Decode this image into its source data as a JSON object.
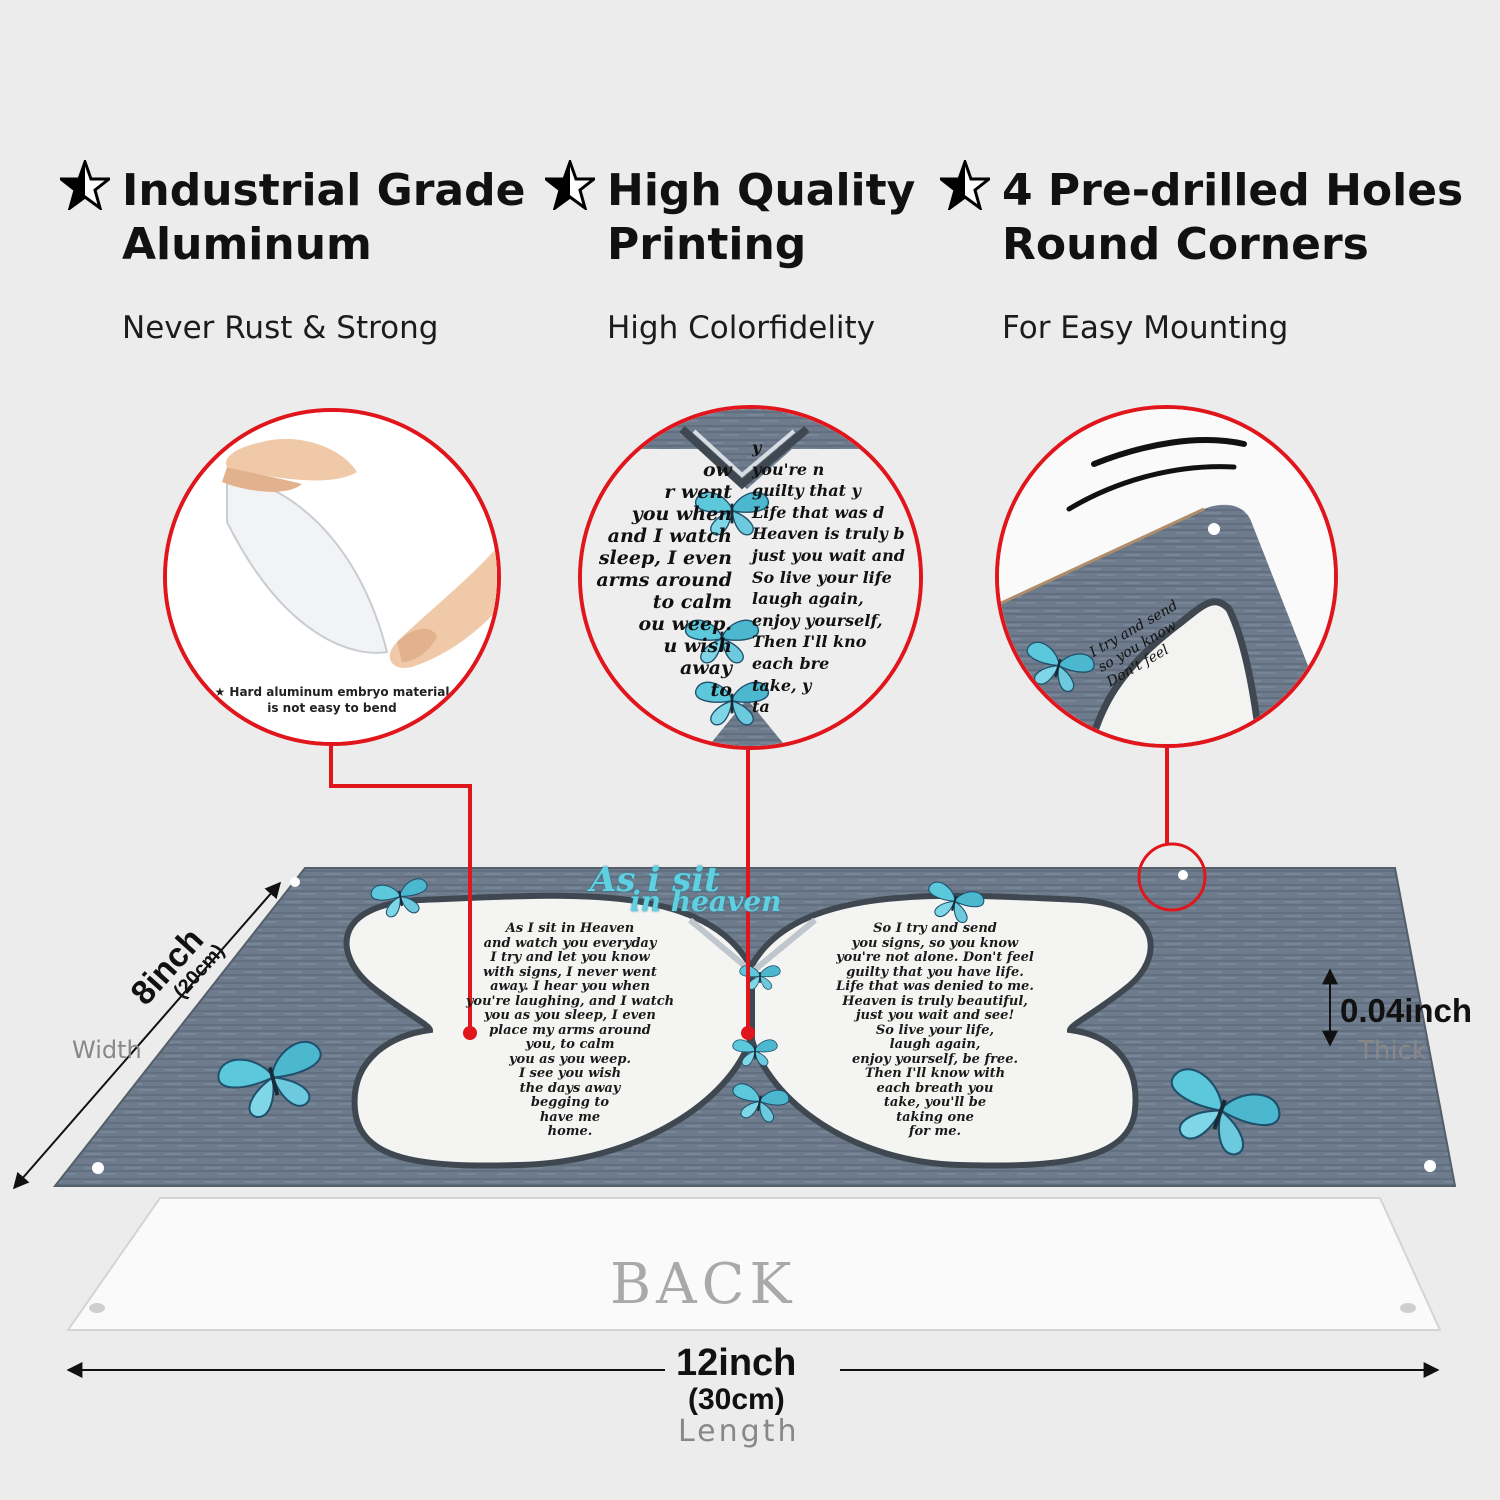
{
  "features": [
    {
      "title_line1": "Industrial Grade",
      "title_line2": "Aluminum",
      "subtitle": "Never Rust & Strong"
    },
    {
      "title_line1": "High Quality",
      "title_line2": "Printing",
      "subtitle": "High Colorfidelity"
    },
    {
      "title_line1": "4 Pre-drilled Holes",
      "title_line2": "Round Corners",
      "subtitle": "For Easy Mounting"
    }
  ],
  "bend_note": {
    "line1": "★ Hard aluminum embryo material",
    "line2": "is not easy to bend"
  },
  "sign": {
    "heading_line1": "As i sit",
    "heading_line2": "in heaven",
    "left_poem": [
      "As I sit in Heaven",
      "and watch you everyday",
      "I try and let you know",
      "with signs, I never went",
      "away. I hear you when",
      "you're laughing, and I watch",
      "you as you sleep, I even",
      "place my arms around",
      "you, to calm",
      "you as you weep.",
      "I see you wish",
      "the days away",
      "begging to",
      "have me",
      "home."
    ],
    "right_poem": [
      "So I try and send",
      "you signs, so you know",
      "you're not alone. Don't feel",
      "guilty that you have life.",
      "Life that was denied to me.",
      "Heaven is truly beautiful,",
      "just you wait and see!",
      "So live your life,",
      "laugh again,",
      "enjoy yourself, be free.",
      "Then I'll know with",
      "each breath you",
      "take, you'll be",
      "taking one",
      "for me."
    ]
  },
  "zoom_text": {
    "left": [
      "ow",
      "r went",
      "you when",
      "and I watch",
      "sleep, I even",
      "arms around",
      "to calm",
      "ou weep.",
      "u wish",
      "away",
      "to"
    ],
    "right": [
      "y",
      "you're n",
      "guilty that y",
      "Life that was d",
      "Heaven is truly b",
      "just you wait and",
      "So live your life",
      "laugh again,",
      "enjoy yourself,",
      "Then I'll kno",
      "each bre",
      "take, y",
      "ta"
    ],
    "corner": [
      "I try and send",
      "so you know",
      "Don't feel"
    ]
  },
  "dimensions": {
    "width_value": "8inch",
    "width_metric": "(20cm)",
    "width_label": "Width",
    "thickness_value": "0.04inch",
    "thickness_label": "Thick",
    "length_value": "12inch",
    "length_metric": "(30cm)",
    "length_label": "Length"
  },
  "back_label": "BACK",
  "colors": {
    "accent_red": "#e0161c",
    "butterfly_blue": "#5bc8dc",
    "sign_gray": "#6b7a8b",
    "panel_white": "#f4f4f2"
  }
}
